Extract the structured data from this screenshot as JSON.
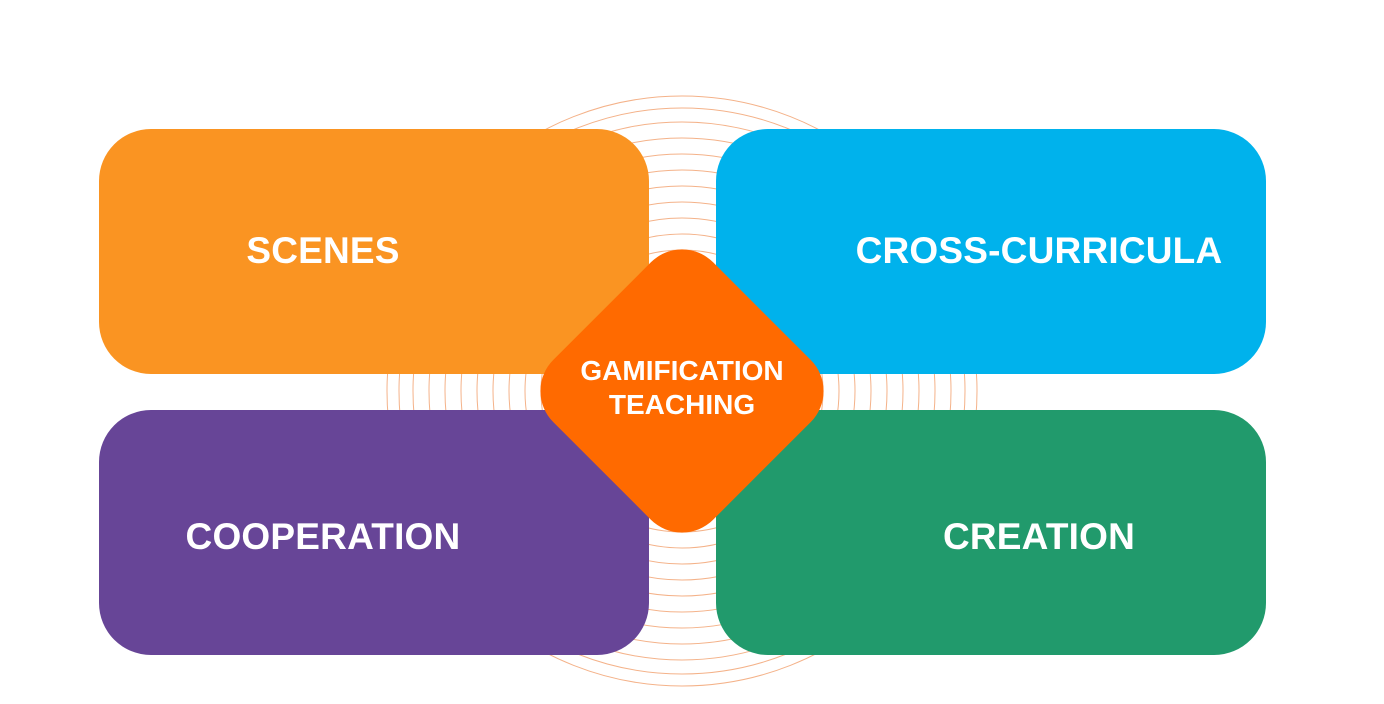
{
  "diagram": {
    "center": {
      "line1": "GAMIFICATION",
      "line2": "TEACHING",
      "color": "#ff6a00"
    },
    "blocks": [
      {
        "id": "scenes",
        "label": "SCENES",
        "color": "#fa9422"
      },
      {
        "id": "cross-curricula",
        "label": "CROSS-CURRICULA",
        "color": "#00b2ec"
      },
      {
        "id": "cooperation",
        "label": "COOPERATION",
        "color": "#674597"
      },
      {
        "id": "creation",
        "label": "CREATION",
        "color": "#219a6c"
      }
    ],
    "ring_color": "#f4b289"
  }
}
